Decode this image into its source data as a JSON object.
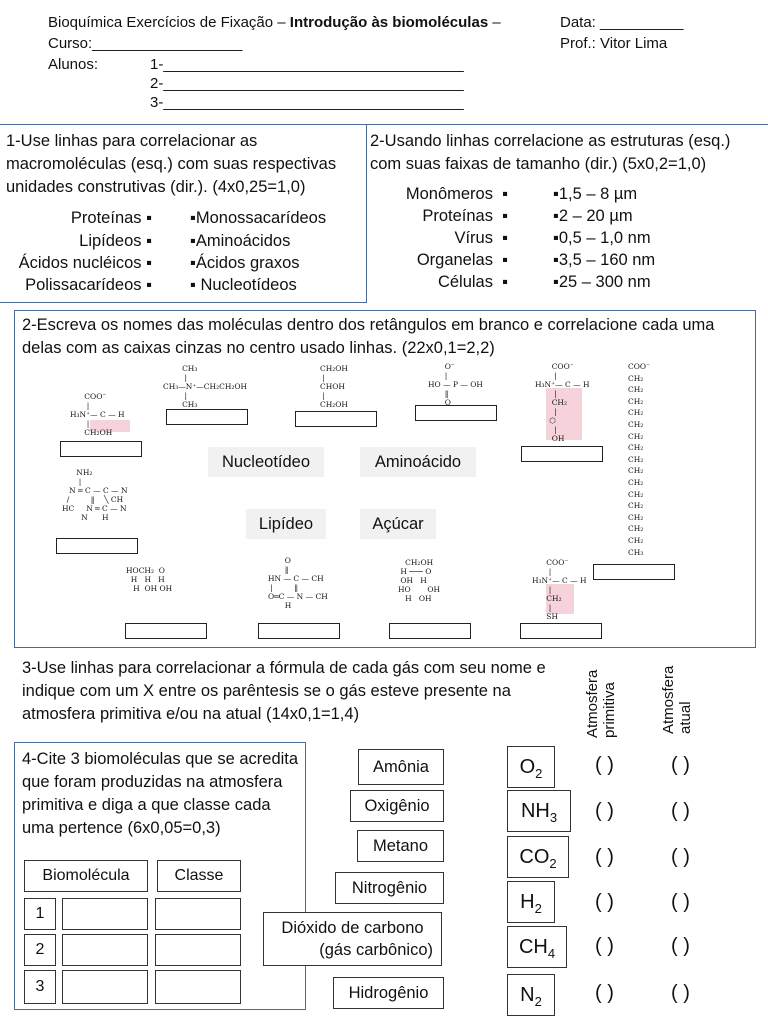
{
  "header": {
    "title_prefix": "Bioquímica Exercícios de Fixação – ",
    "title_bold": "Introdução às biomoléculas",
    "title_suffix": " –",
    "date_label": "Data: __________",
    "course_label": "Curso:__________________",
    "professor": "Prof.: Vitor Lima",
    "students_label": "Alunos:",
    "student_lines": [
      "1-____________________________________",
      "2-____________________________________",
      "3-____________________________________"
    ]
  },
  "q1": {
    "text": "1-Use linhas para correlacionar as macromoléculas (esq.) com suas respectivas unidades construtivas (dir.). (4x0,25=1,0)",
    "left": [
      "Proteínas",
      "Lipídeos",
      "Ácidos nucléicos",
      "Polissacarídeos"
    ],
    "right": [
      "Monossacarídeos",
      "Aminoácidos",
      "Ácidos graxos",
      " Nucleotídeos"
    ]
  },
  "q2": {
    "text": "2-Usando linhas correlacione as estruturas (esq.) com suas faixas de tamanho (dir.) (5x0,2=1,0)",
    "left": [
      "Monômeros",
      "Proteínas",
      "Vírus",
      "Organelas",
      "Células"
    ],
    "right": [
      "1,5 – 8 µm",
      "2 – 20 µm",
      "0,5 – 1,0 nm",
      "3,5 – 160 nm",
      "25 – 300 nm"
    ]
  },
  "q2b": {
    "text": "2-Escreva os nomes das moléculas dentro dos retângulos em branco e correlacione cada uma delas com as caixas cinzas no centro usado linhas. (22x0,1=2,2)",
    "categories": [
      "Nucleotídeo",
      "Aminoácido",
      "Lipídeo",
      "Açúcar"
    ]
  },
  "q3": {
    "text": "3-Use linhas para correlacionar a fórmula de cada gás com seu nome e indique com um X entre os parêntesis se o gás esteve presente na atmosfera primitiva e/ou na atual (14x0,1=1,4)",
    "col_primitive": [
      "Atmosfera",
      "primitiva"
    ],
    "col_current": [
      "Atmosfera",
      "atual"
    ],
    "gas_names": [
      "Amônia",
      "Oxigênio",
      "Metano",
      "Nitrogênio",
      "Dióxido de carbono",
      "(gás carbônico)",
      "Hidrogênio"
    ],
    "formulas": [
      {
        "base": "O",
        "sub": "2"
      },
      {
        "base": "NH",
        "sub": "3"
      },
      {
        "base": "CO",
        "sub": "2"
      },
      {
        "base": "H",
        "sub": "2"
      },
      {
        "base": "CH",
        "sub": "4"
      },
      {
        "base": "N",
        "sub": "2"
      }
    ],
    "paren": "(    )"
  },
  "q4": {
    "text": "4-Cite 3 biomoléculas que se acredita que foram produzidas  na atmosfera primitiva e diga a que classe cada uma pertence (6x0,05=0,3)",
    "col1": "Biomolécula",
    "col2": "Classe",
    "rows": [
      "1",
      "2",
      "3"
    ]
  },
  "molecules": {
    "serine": "      COO⁻\n       |\nH₃N⁺— C — H\n       |\n      CH₂OH",
    "choline": "        CH₃\n         |\nCH₃—N⁺—CH₂CH₂OH\n         |\n        CH₃",
    "glycerol": "CH₂OH\n |\nCHOH\n |\nCH₂OH",
    "phosphate": "       O⁻\n       |\nHO — P — OH\n       ‖\n       O",
    "tyrosine": "       COO⁻\n        |\nH₃N⁺— C — H\n        |\n       CH₂\n        |\n      ⬡\n        |\n       OH",
    "adenine": "      NH₂\n       |\n   N ═ C — C — N\n  /         ‖    ╲ CH\nHC     N ═ C — N\n        N      H",
    "ribose": "HOCH₂  O\n  H   H   H\n   H  OH OH",
    "uracil": "       O\n       ‖\nHN — C — CH\n |         ‖\nO═C — N — CH\n       H",
    "glucose": "   CH₂OH\n H ─── O\n OH   H\nHO       OH\n   H   OH",
    "cysteine": "      COO⁻\n       |\nH₃N⁺— C — H\n       |\n      CH₂\n       |\n      SH",
    "fatty_acid": [
      "COO⁻",
      "CH₂",
      "CH₂",
      "CH₂",
      "CH₂",
      "CH₂",
      "CH₂",
      "CH₂",
      "CH₂",
      "CH₂",
      "CH₂",
      "CH₂",
      "CH₂",
      "CH₂",
      "CH₂",
      "CH₂",
      "CH₃"
    ]
  }
}
